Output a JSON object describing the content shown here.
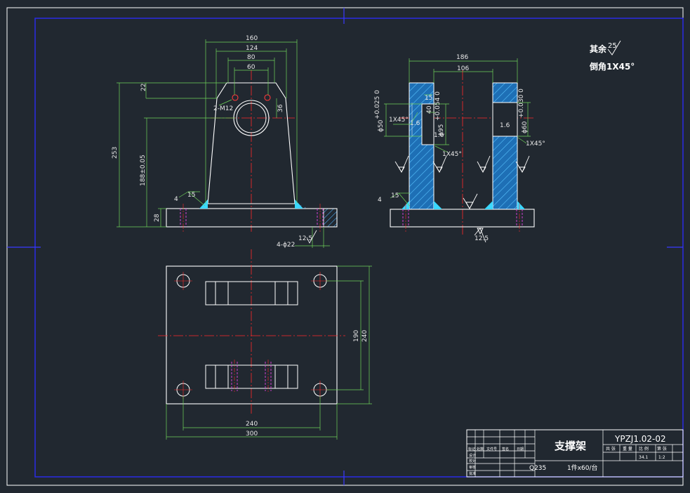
{
  "notes": {
    "rest_label": "其余",
    "rest_finish": "25",
    "chamfer": "倒角1X45°"
  },
  "front_view": {
    "dim_width_160": "160",
    "dim_width_124": "124",
    "dim_width_80": "80",
    "dim_width_60": "60",
    "dim_22": "22",
    "dim_height_253": "253",
    "dim_center_height": "188±0.05",
    "dim_base_28": "28",
    "dim_36": "36",
    "thread_label": "2-M12",
    "weld_4": "4",
    "weld_15": "15",
    "holes_label": "4-ϕ22",
    "finish_12_5": "12.5"
  },
  "side_view": {
    "dim_186": "186",
    "dim_106": "106",
    "dim_15": "15",
    "dim_40": "40",
    "bore_left": "ϕ50",
    "bore_left_tol": "+0.025 0",
    "bore_mid": "ϕ95",
    "bore_mid_tol": "+0.054 0",
    "bore_right": "ϕ60",
    "bore_right_tol": "+0.030 0",
    "chamfer_a": "1X45°",
    "chamfer_b": "1X45°",
    "chamfer_c": "1X45°",
    "rough_a": "1.6",
    "rough_b": "1.6",
    "rough_c": "1.6",
    "weld_4": "4",
    "weld_15": "15",
    "finish_bottom": "12.5"
  },
  "top_view": {
    "dim_190": "190",
    "dim_240_v": "240",
    "dim_240_h": "240",
    "dim_300": "300"
  },
  "title_block": {
    "drawing_number": "YPZJ1.02-02",
    "part_name": "支撑架",
    "material": "Q235",
    "quantity": "1件x60/台",
    "col_count": "共 张",
    "col_weight": "重 量",
    "col_scale": "比 例",
    "page_text": "第 张",
    "weight_value": "34.1",
    "scale_value": "1:2",
    "rev_headers": [
      "标记",
      "处数",
      "文件号",
      "签名",
      "日期"
    ],
    "roles": [
      "设计",
      "校对",
      "审核",
      "批准"
    ]
  }
}
